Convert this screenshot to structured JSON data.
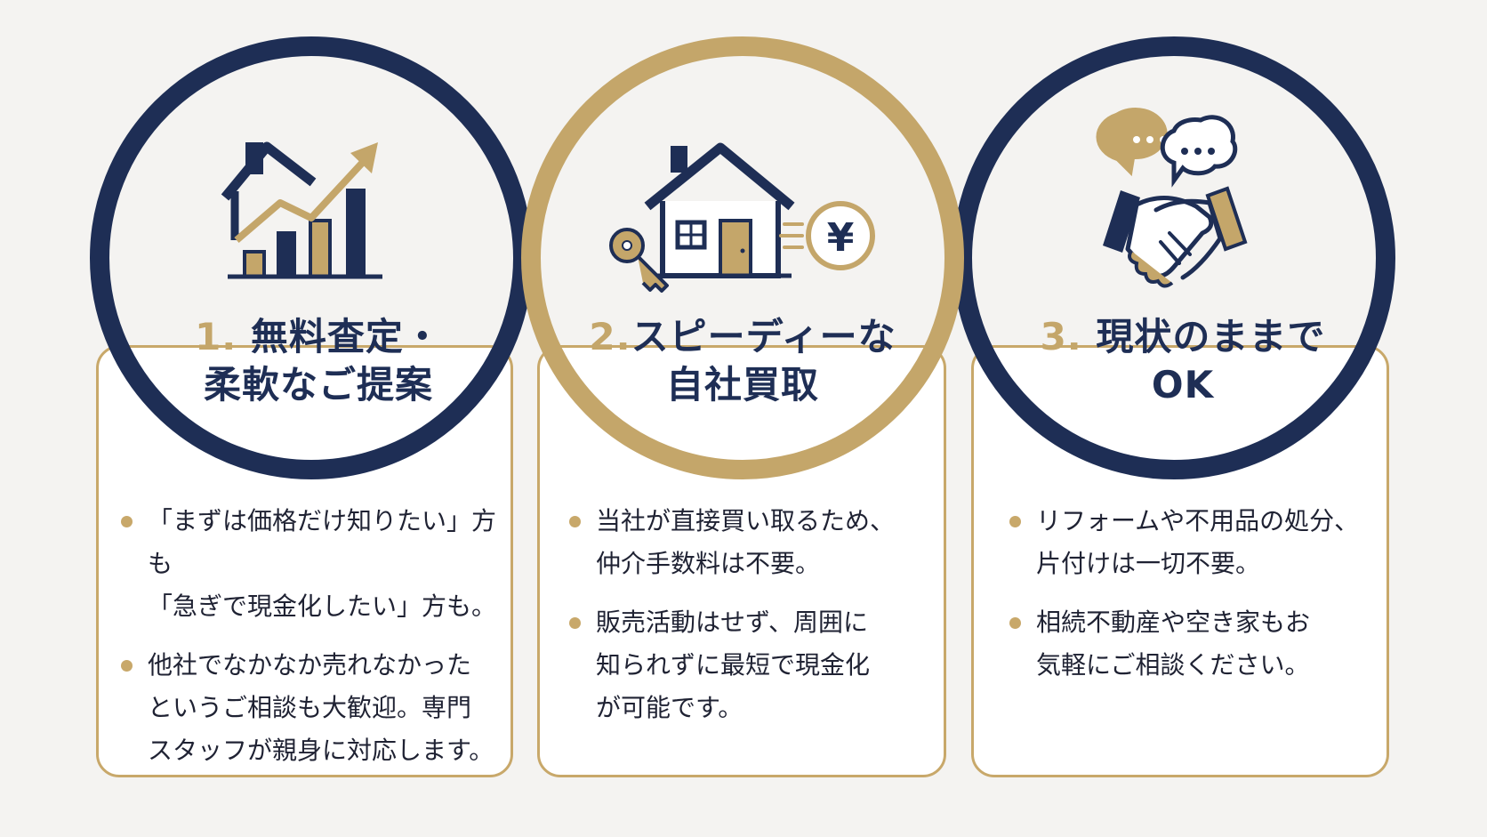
{
  "colors": {
    "navy": "#1e2e55",
    "gold": "#c4a66a",
    "card_border": "#c8a86a",
    "background": "#f4f3f1"
  },
  "steps": [
    {
      "number": "1.",
      "title_line1": "無料査定・",
      "title_line2": "柔軟なご提案",
      "icon": "house-growth-chart-icon",
      "ring_color": "navy",
      "bullets": [
        "「まずは価格だけ知りたい」方も\n「急ぎで現金化したい」方も。",
        "他社でなかなか売れなかった\nというご相談も大歓迎。専門\nスタッフが親身に対応します。"
      ]
    },
    {
      "number": "2.",
      "title_line1": "スピーディーな",
      "title_line2": "自社買取",
      "icon": "house-key-yen-icon",
      "ring_color": "gold",
      "yen_symbol": "¥",
      "bullets": [
        "当社が直接買い取るため、\n仲介手数料は不要。",
        "販売活動はせず、周囲に\n知られずに最短で現金化\nが可能です。"
      ]
    },
    {
      "number": "3.",
      "title_line1": "現状のままで",
      "title_line2": "OK",
      "icon": "handshake-chat-icon",
      "ring_color": "navy",
      "bullets": [
        "リフォームや不用品の処分、\n片付けは一切不要。",
        "相続不動産や空き家もお\n気軽にご相談ください。"
      ]
    }
  ]
}
